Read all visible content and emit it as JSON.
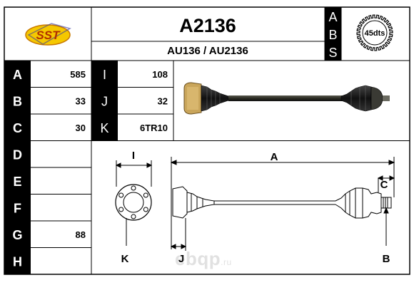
{
  "header": {
    "logo_text": "SST",
    "part_number": "A2136",
    "references": "AU136 / AU2136",
    "abs_letters": [
      "A",
      "B",
      "S"
    ],
    "abs_teeth": "45dts"
  },
  "specs": {
    "left": [
      {
        "label": "A",
        "value": "585"
      },
      {
        "label": "B",
        "value": "33"
      },
      {
        "label": "C",
        "value": "30"
      },
      {
        "label": "D",
        "value": ""
      },
      {
        "label": "E",
        "value": ""
      },
      {
        "label": "F",
        "value": ""
      },
      {
        "label": "G",
        "value": "88"
      },
      {
        "label": "H",
        "value": ""
      }
    ],
    "right": [
      {
        "label": "I",
        "value": "108"
      },
      {
        "label": "J",
        "value": "32"
      },
      {
        "label": "K",
        "value": "6TR10"
      }
    ]
  },
  "diagram": {
    "label_i": "I",
    "label_a": "A",
    "label_c": "C",
    "label_k": "K",
    "label_j": "J",
    "label_b": "B"
  },
  "watermark": {
    "text": "ebqp",
    "suffix": ".ru"
  },
  "colors": {
    "label_cell": "#000000",
    "label_text": "#ffffff",
    "border": "#000000",
    "shaft": "#2a2a22"
  }
}
